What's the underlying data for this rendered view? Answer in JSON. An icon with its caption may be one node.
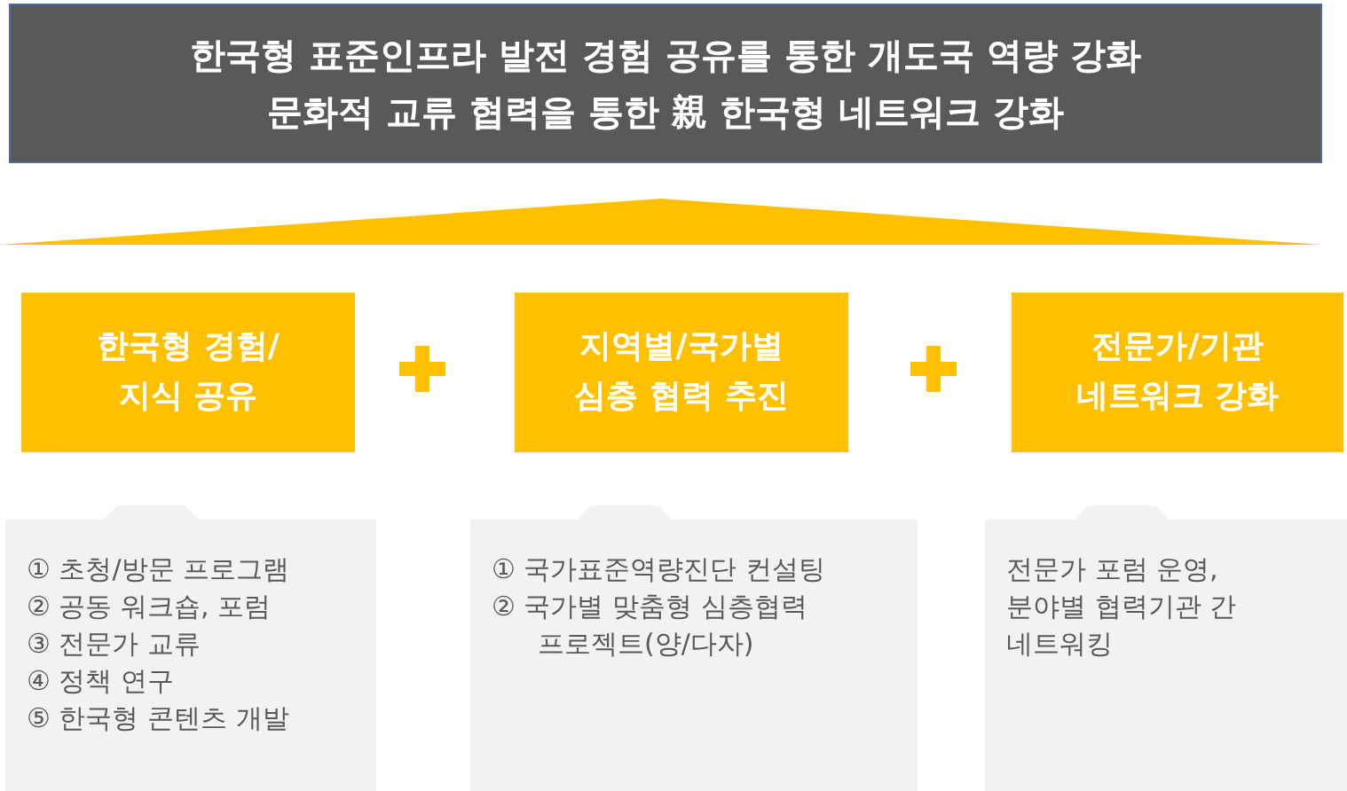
{
  "diagram": {
    "nodes": [
      {
        "text": [
          "한국형 표준인프라 발전 경험 공유를 통한 개도국 역량 강화",
          "문화적 교류 협력을 통한 親 한국형 네트워크 강화"
        ]
      },
      {
        "text": [],
        "shape": "triangle"
      },
      {
        "text": [
          "한국형 경험/지식 공유"
        ]
      },
      {
        "text": [
          "지역별/국가별 심층 협력 추진"
        ]
      },
      {
        "text": [
          "전문가/기관 네트워크 강화"
        ]
      },
      {
        "text": [
          "① 초청/방문 프로그램",
          "② 공동 워크숍, 포럼",
          "③ 전문가 교류",
          "④ 정책 연구",
          "⑤ 한국형 콘텐츠 개발"
        ]
      },
      {
        "text": [
          "① 국가표준역량진단 컨설팅",
          "② 국가별 맞춤형 심층협력 프로젝트(양/다자)"
        ]
      },
      {
        "text": [
          "전문가 포럼 운영, 분야별 협력기관 간 네트워킹"
        ]
      }
    ]
  }
}
